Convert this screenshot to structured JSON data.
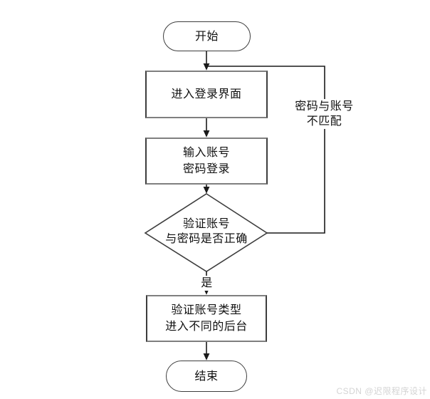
{
  "flowchart": {
    "title_semantic": "login-verification-flowchart",
    "nodes": {
      "start": {
        "label": "开始"
      },
      "enter_login": {
        "label": "进入登录界面"
      },
      "input_account": {
        "lines": [
          "输入账号",
          "密码登录"
        ]
      },
      "verify_decision": {
        "lines": [
          "验证账号",
          "与密码是否正确"
        ]
      },
      "verify_type": {
        "lines": [
          "验证账号类型",
          "进入不同的后台"
        ]
      },
      "end": {
        "label": "结束"
      }
    },
    "edge_labels": {
      "yes": "是",
      "mismatch": {
        "lines": [
          "密码与账号",
          "不匹配"
        ]
      }
    },
    "colors": {
      "stroke": "#3d3d3d",
      "arrow_fill": "#1a1a1a",
      "process_border_horizontal": "#7f7f7f",
      "text": "#111111",
      "background": "#ffffff",
      "watermark": "#d4d4d4"
    }
  },
  "watermark": {
    "text": "CSDN @迟限程序设计"
  }
}
